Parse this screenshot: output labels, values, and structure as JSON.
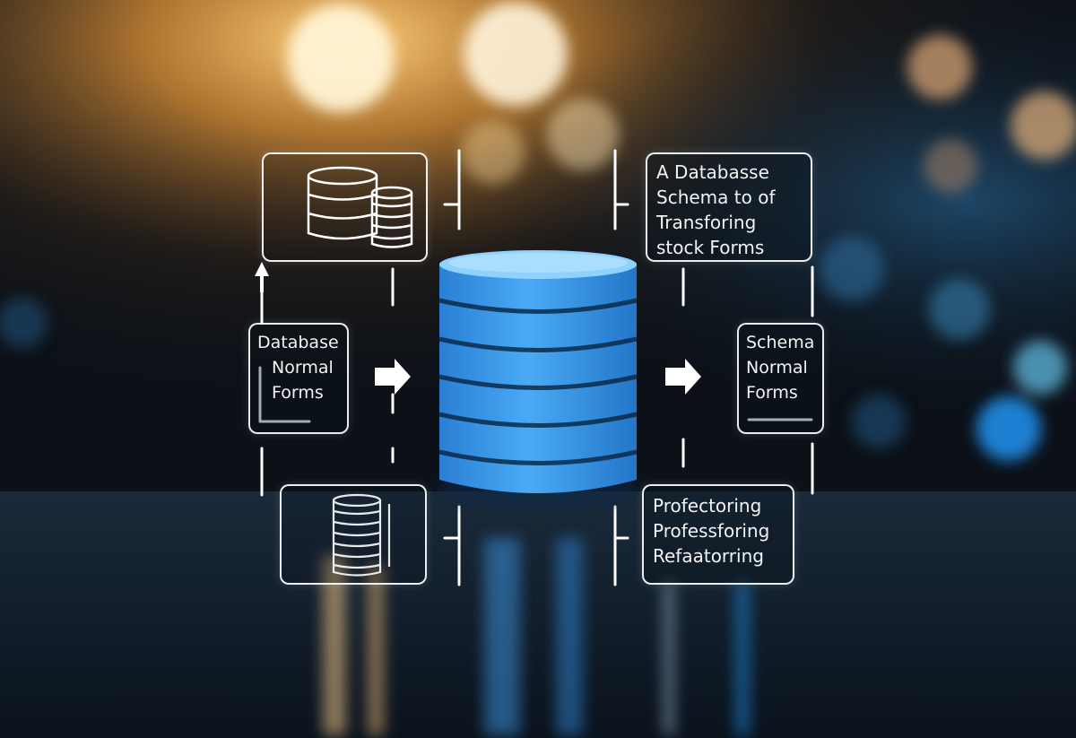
{
  "scene": {
    "type": "database-normalization-illustration",
    "colors": {
      "background": "#0c1118",
      "warm_glow": "#f3a640",
      "cylinder_top": "#8fd2ff",
      "cylinder_body": "#2f8fe6",
      "line": "#ffffff"
    }
  },
  "icons": {
    "top_left": "database-stack-icon",
    "bottom_left": "storage-cylinder-icon",
    "center": "database-cylinder-icon",
    "arrows": "arrow-icon"
  },
  "labels": {
    "top_right": [
      "A Databasse",
      "Schema to of",
      "Transforing",
      "stock Forms"
    ],
    "middle_left": [
      "Database",
      "Normal",
      "Forms"
    ],
    "middle_right": [
      "Schema",
      "Normal",
      "Forms"
    ],
    "bottom_right": [
      "Profectoring",
      "Professforing",
      "Refaatorring"
    ]
  }
}
